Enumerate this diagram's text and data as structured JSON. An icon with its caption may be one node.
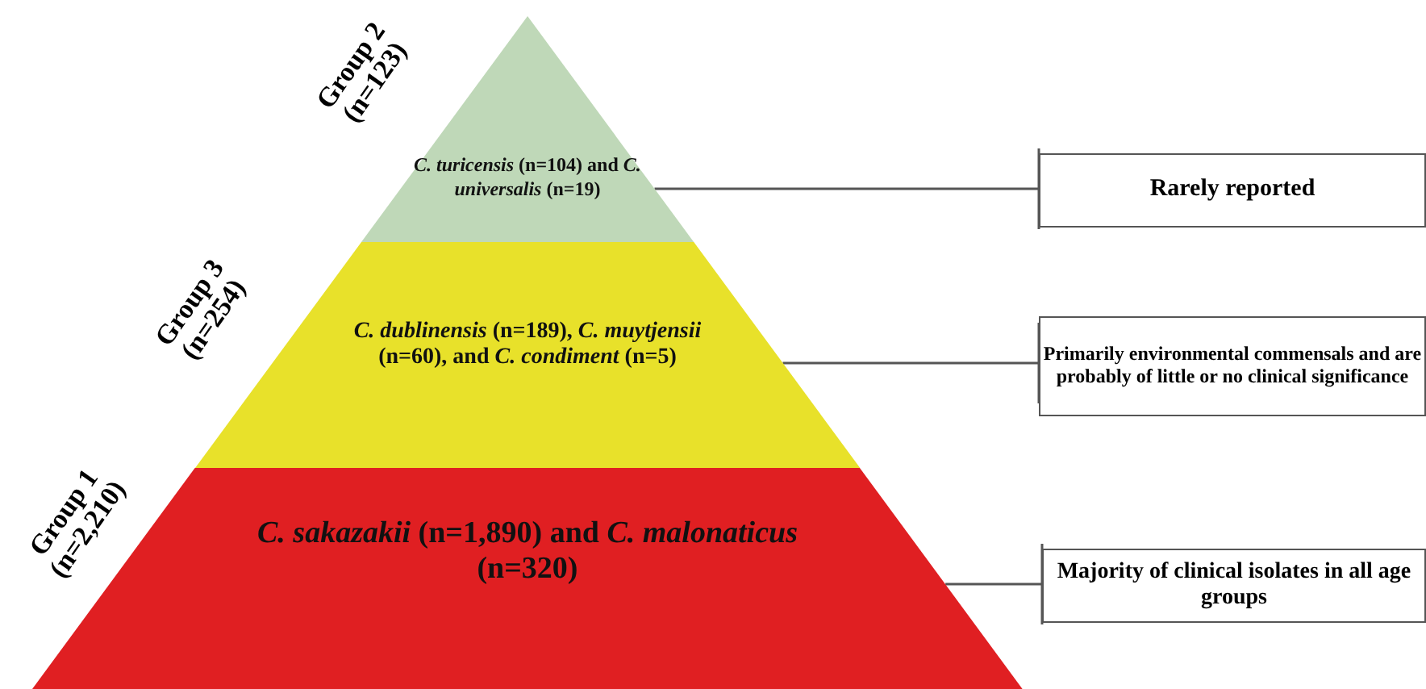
{
  "diagram": {
    "nodes": [
      {
        "text": [
          "*C. turicensis* (n=104) and *C. universalis* (n=19)"
        ],
        "beside": [
          "Group 2 (n=123)"
        ]
      },
      {
        "text": [
          "*C. dublinensis* (n=189), *C. muytjensii* (n=60), and *C. condiment* (n=5)"
        ],
        "beside": [
          "Group 3 (n=254)"
        ]
      },
      {
        "text": [
          "*C. sakazakii* (n=1,890) and *C. malonaticus* (n=320)"
        ],
        "beside": [
          "Group 1 (n=2,210)"
        ]
      },
      {
        "text": [
          "Rarely reported"
        ]
      },
      {
        "text": [
          "Primarily environmental commensals and are probably of little or no clinical significance"
        ]
      },
      {
        "text": [
          "Majority of clinical isolates in all age groups"
        ]
      }
    ],
    "edges": [
      {
        "from": 0,
        "to": 3,
        "arrow": "other"
      },
      {
        "from": 1,
        "to": 4,
        "arrow": "other"
      },
      {
        "from": 2,
        "to": 5,
        "arrow": "other"
      }
    ]
  }
}
